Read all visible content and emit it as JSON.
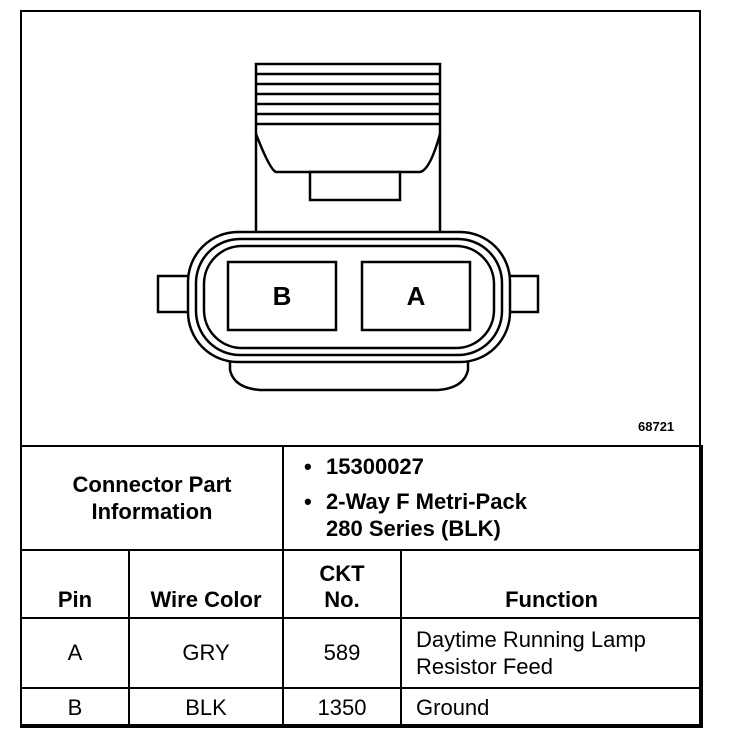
{
  "figure_id": "68721",
  "connector": {
    "pin_labels": [
      "B",
      "A"
    ]
  },
  "part_info": {
    "label_line1": "Connector Part",
    "label_line2": "Information",
    "part_number": "15300027",
    "description_line1": "2-Way F Metri-Pack",
    "description_line2": "280 Series (BLK)",
    "bullet": "•"
  },
  "table": {
    "headers": {
      "pin": "Pin",
      "wire_color": "Wire Color",
      "ckt_line1": "CKT",
      "ckt_line2": "No.",
      "function": "Function"
    },
    "rows": [
      {
        "pin": "A",
        "wire_color": "GRY",
        "ckt": "589",
        "function_line1": "Daytime Running Lamp",
        "function_line2": "Resistor Feed"
      },
      {
        "pin": "B",
        "wire_color": "BLK",
        "ckt": "1350",
        "function_line1": "Ground",
        "function_line2": ""
      }
    ]
  }
}
